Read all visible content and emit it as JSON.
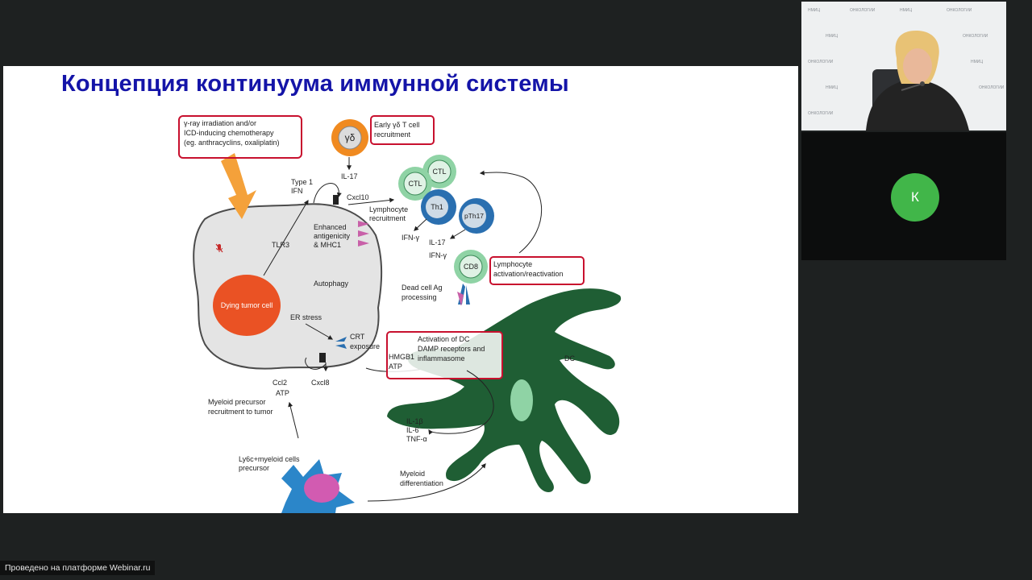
{
  "slide": {
    "title": "Концепция континуума иммунной системы",
    "labels": {
      "box_irradiation": [
        "γ-ray irradiation and/or",
        "ICD-inducing chemotherapy",
        "(eg. anthracyclins, oxaliplatin)"
      ],
      "gamma_delta": "γδ",
      "box_early": [
        "Early γδ T cell",
        "recruitment"
      ],
      "il17_top": "IL-17",
      "type1_ifn": [
        "Type 1",
        "IFN"
      ],
      "cxcl10": "Cxcl10",
      "lymphocyte_recruitment": [
        "Lymphocyte",
        "recruitment"
      ],
      "enhanced": [
        "Enhanced",
        "antigenicity",
        "& MHC1"
      ],
      "tlr3": "TLR3",
      "dying_tumor_cell": "Dying tumor cell",
      "autophagy": "Autophagy",
      "er_stress": "ER stress",
      "crt_exposure": [
        "CRT",
        "exposure"
      ],
      "hmgb1_atp": [
        "HMGB1",
        "ATP"
      ],
      "box_activation": [
        "Activation of DC",
        "DAMP receptors and",
        "inflammasome"
      ],
      "ccl2_atp": [
        "Ccl2",
        "ATP"
      ],
      "cxcl8": "Cxcl8",
      "myeloid_recruit": [
        "Myeloid precursor",
        "recruitment to tumor"
      ],
      "ly6c": [
        "Ly6c+myeloid cells",
        "precursor"
      ],
      "myeloid_diff": [
        "Myeloid",
        "differentiation"
      ],
      "ctl": "CTL",
      "th1": "Th1",
      "pth17": "pTh17",
      "ifn_gamma_left": "IFN-γ",
      "il17_mid": "IL-17",
      "ifn_gamma_mid": "IFN-γ",
      "cd8": "CD8",
      "box_lymph_act": [
        "Lymphocyte",
        "activation/reactivation"
      ],
      "dead_cell": [
        "Dead cell Ag",
        "processing"
      ],
      "dc": "DC",
      "cytokines": [
        "IL-1β",
        "IL-6",
        "TNF-α"
      ]
    }
  },
  "video": {
    "watermark_lines": [
      "НМИЦ",
      "ОНКОЛОГИИ"
    ]
  },
  "participant": {
    "initial": "К",
    "avatar_color": "#41b649"
  },
  "footer": {
    "platform_credit": "Проведено на платформе Webinar.ru"
  },
  "colors": {
    "title": "#1414a8",
    "highlight_box": "#c8102e",
    "tumor_cell": "#ea5224",
    "dc": "#1f5e34",
    "cd_green": "#8fd3a5",
    "cd_blue": "#2a6fb0",
    "arrow_orange": "#f4a13a",
    "gamma_delta": "#f08a20",
    "myeloid_blue": "#2b86c9",
    "myeloid_magenta": "#d25bb1"
  }
}
